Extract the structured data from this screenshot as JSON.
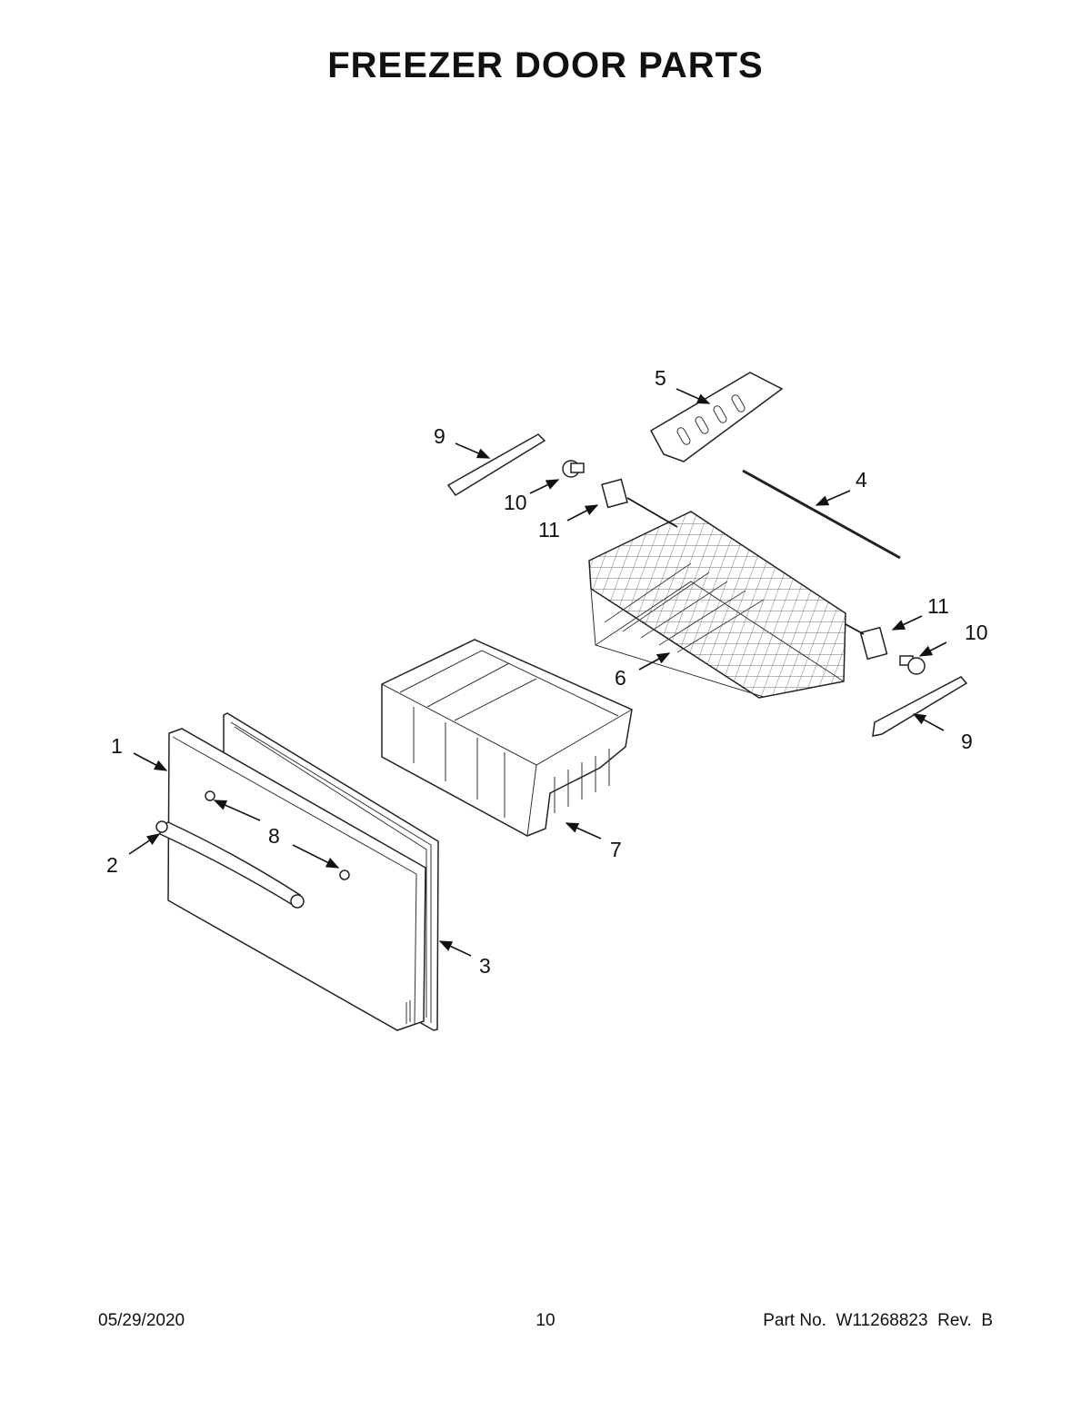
{
  "title": "FREEZER DOOR PARTS",
  "footer": {
    "date": "05/29/2020",
    "page": "10",
    "part_no": "Part No.  W11268823  Rev.  B"
  },
  "callouts": [
    {
      "id": "c1",
      "label": "1"
    },
    {
      "id": "c2",
      "label": "2"
    },
    {
      "id": "c3",
      "label": "3"
    },
    {
      "id": "c4",
      "label": "4"
    },
    {
      "id": "c5",
      "label": "5"
    },
    {
      "id": "c6",
      "label": "6"
    },
    {
      "id": "c7",
      "label": "7"
    },
    {
      "id": "c8",
      "label": "8"
    },
    {
      "id": "c9a",
      "label": "9"
    },
    {
      "id": "c9b",
      "label": "9"
    },
    {
      "id": "c10a",
      "label": "10"
    },
    {
      "id": "c10b",
      "label": "10"
    },
    {
      "id": "c11a",
      "label": "11"
    },
    {
      "id": "c11b",
      "label": "11"
    }
  ]
}
